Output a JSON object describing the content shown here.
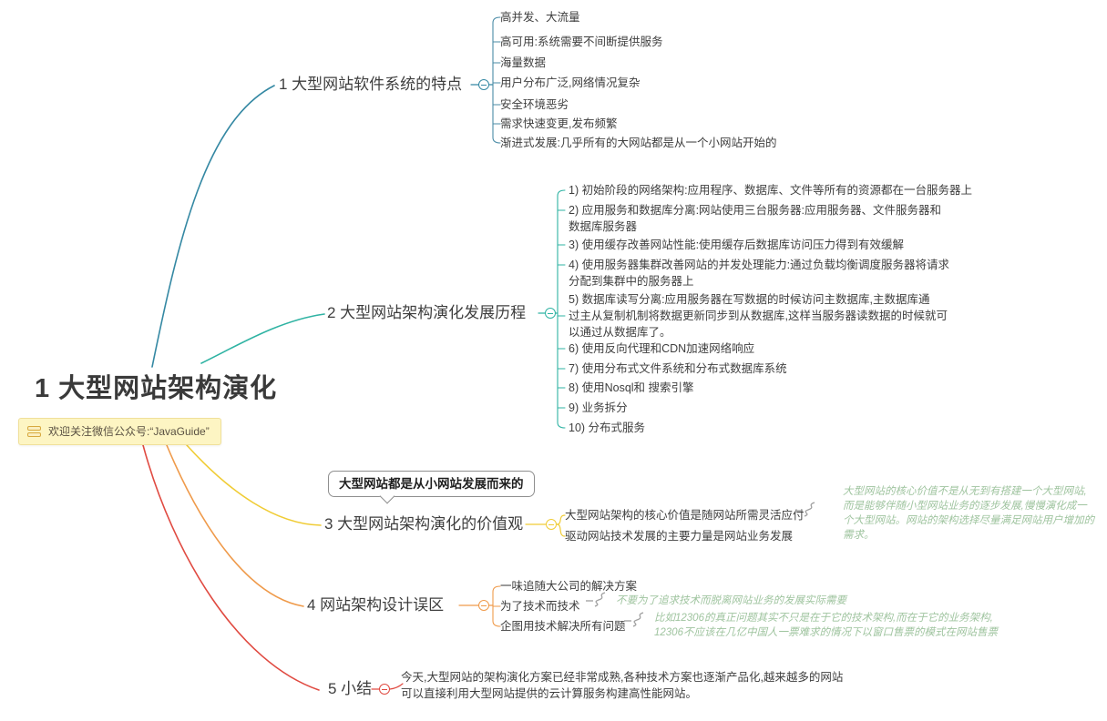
{
  "root": {
    "title": "1 大型网站架构演化"
  },
  "wechat_note": {
    "text": "欢迎关注微信公众号:“JavaGuide”"
  },
  "callout": {
    "text": "大型网站都是从小网站发展而来的"
  },
  "colors": {
    "branch1": "#3488a3",
    "branch2": "#2fb3a3",
    "branch3": "#f0cc35",
    "branch4": "#ef9a4a",
    "branch5": "#e04a41",
    "annotation": "#9fc49f"
  },
  "branches": [
    {
      "label": "1 大型网站软件系统的特点",
      "children": [
        "高并发、大流量",
        "高可用:系统需要不间断提供服务",
        "海量数据",
        "用户分布广泛,网络情况复杂",
        "安全环境恶劣",
        "需求快速变更,发布频繁",
        "渐进式发展:几乎所有的大网站都是从一个小网站开始的"
      ]
    },
    {
      "label": "2 大型网站架构演化发展历程",
      "children": [
        "1) 初始阶段的网络架构:应用程序、数据库、文件等所有的资源都在一台服务器上",
        "2) 应用服务和数据库分离:网站使用三台服务器:应用服务器、文件服务器和\n数据库服务器",
        "3)  使用缓存改善网站性能:使用缓存后数据库访问压力得到有效缓解",
        "4) 使用服务器集群改善网站的并发处理能力:通过负载均衡调度服务器将请求\n分配到集群中的服务器上",
        "5) 数据库读写分离:应用服务器在写数据的时候访问主数据库,主数据库通\n过主从复制机制将数据更新同步到从数据库,这样当服务器读数据的时候就可\n以通过从数据库了。",
        "6)  使用反向代理和CDN加速网络响应",
        "7)  使用分布式文件系统和分布式数据库系统",
        "8) 使用Nosql和 搜索引擎",
        "9) 业务拆分",
        "10)  分布式服务"
      ]
    },
    {
      "label": "3 大型网站架构演化的价值观",
      "children": [
        "大型网站架构的核心价值是随网站所需灵活应付",
        "驱动网站技术发展的主要力量是网站业务发展"
      ],
      "note": "大型网站的核心价值不是从无到有搭建一个大型网站,\n而是能够伴随小型网站业务的逐步发展,慢慢演化成一\n个大型网站。网站的架构选择尽量满足网站用户增加的\n需求。"
    },
    {
      "label": "4 网站架构设计误区",
      "children": [
        "一味追随大公司的解决方案",
        "为了技术而技术",
        "企图用技术解决所有问题"
      ],
      "notes": [
        "不要为了追求技术而脱离网站业务的发展实际需要",
        "比如12306的真正问题其实不只是在于它的技术架构,而在于它的业务架构,\n12306不应该在几亿中国人一票难求的情况下以窗口售票的模式在网站售票"
      ]
    },
    {
      "label": "5 小结",
      "children": [
        "今天,大型网站的架构演化方案已经非常成熟,各种技术方案也逐渐产品化,越来越多的网站\n可以直接利用大型网站提供的云计算服务构建高性能网站。"
      ]
    }
  ]
}
